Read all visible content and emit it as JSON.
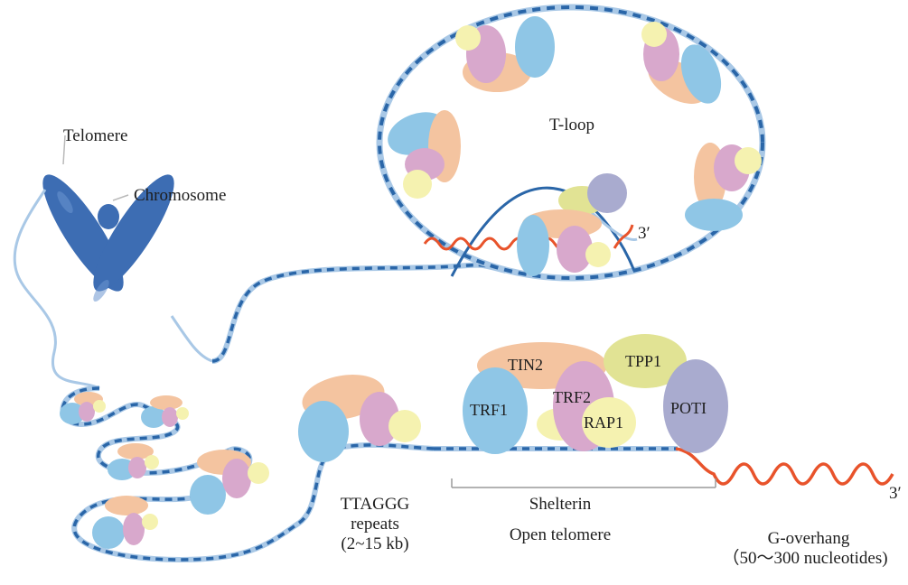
{
  "labels": {
    "telomere": "Telomere",
    "chromosome": "Chromosome",
    "tloop": "T-loop",
    "three_prime_top": "3′",
    "three_prime_bottom": "3′",
    "repeats_line1": "TTAGGG",
    "repeats_line2": "repeats",
    "repeats_line3": "(2~15 kb)",
    "shelterin": "Shelterin",
    "open_telomere": "Open telomere",
    "overhang_line1": "G-overhang",
    "overhang_line2": "（50～300 nucleotides)"
  },
  "proteins": {
    "tin2": "TIN2",
    "tpp1": "TPP1",
    "trf1": "TRF1",
    "trf2": "TRF2",
    "rap1": "RAP1",
    "poti": "POTI"
  },
  "colors": {
    "dna_dark": "#2a66a8",
    "dna_light": "#a9c8e6",
    "overhang": "#e8532b",
    "chromosome": "#3d6db3",
    "trf1": "#8fc6e6",
    "trf2": "#d8a8cc",
    "tin2": "#f4c4a0",
    "rap1": "#f5f2b0",
    "tpp1": "#e1e394",
    "poti": "#a9abcf"
  }
}
